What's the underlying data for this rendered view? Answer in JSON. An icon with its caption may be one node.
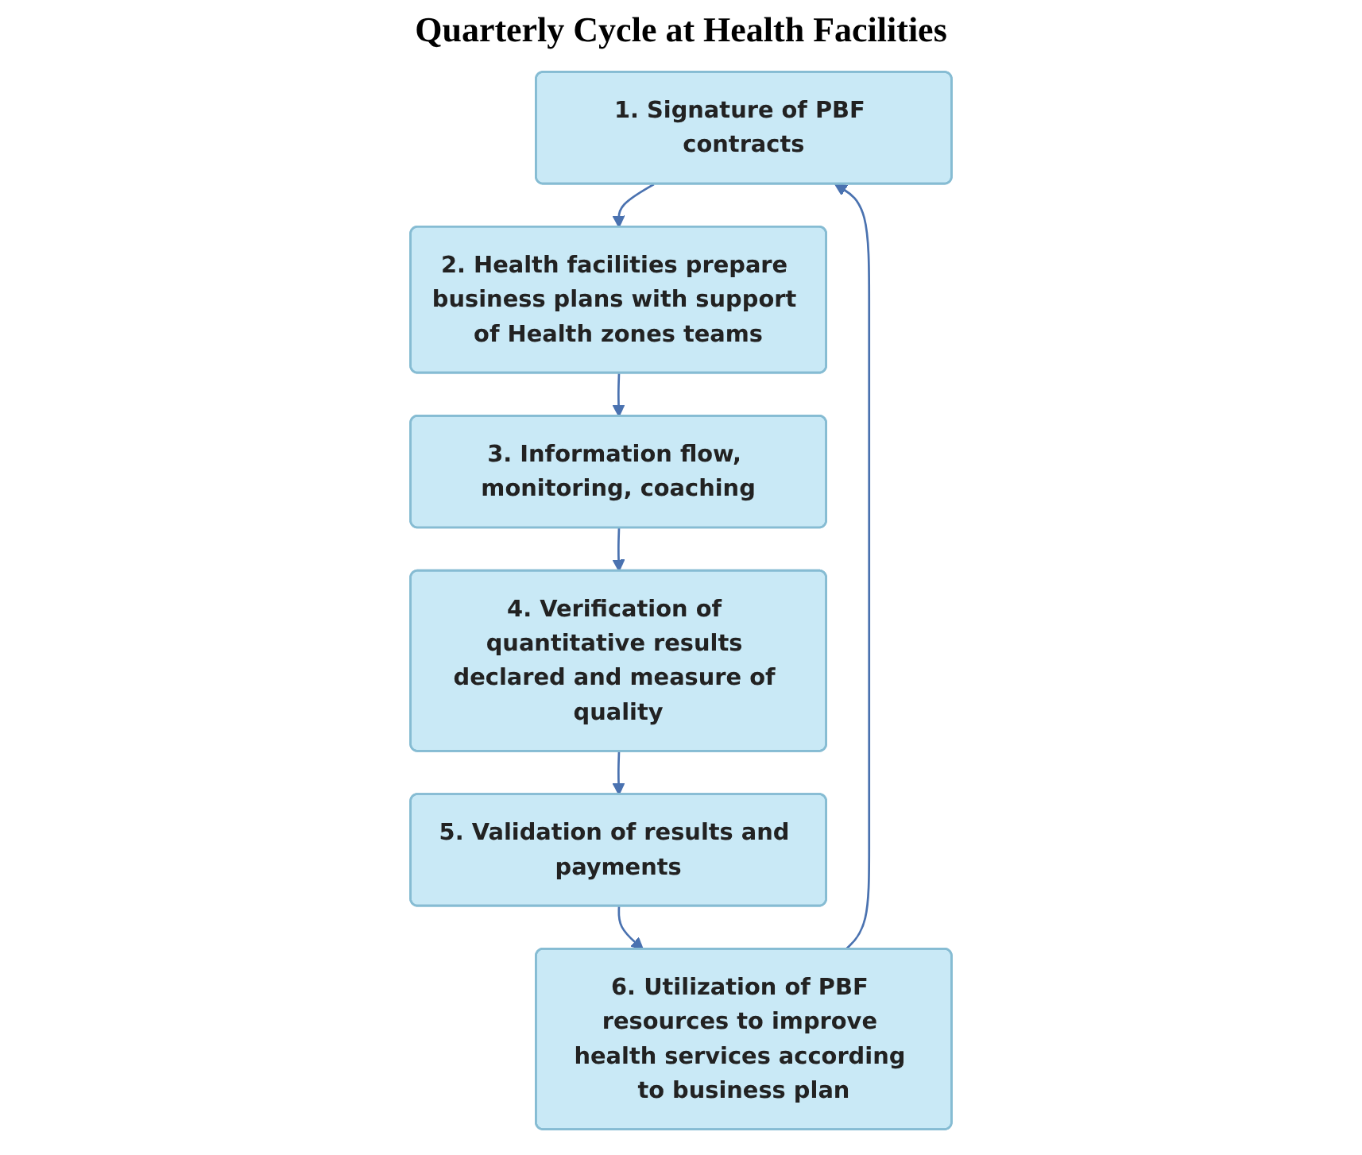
{
  "diagram": {
    "title": "Quarterly Cycle at Health Facilities",
    "nodes": [
      {
        "text": [
          "1. Signature of PBF contracts"
        ]
      },
      {
        "text": [
          "2. Health facilities prepare business plans with support of Health zones teams"
        ]
      },
      {
        "text": [
          "3. Information flow, monitoring, coaching"
        ]
      },
      {
        "text": [
          "4. Verification of quantitative results declared and measure of quality"
        ]
      },
      {
        "text": [
          "5. Validation of results and payments"
        ]
      },
      {
        "text": [
          "6. Utilization of PBF resources to improve health services according to business plan"
        ]
      }
    ],
    "edges": [
      {
        "from": 0,
        "to": 1,
        "arrow": "to"
      },
      {
        "from": 1,
        "to": 2,
        "arrow": "to"
      },
      {
        "from": 2,
        "to": 3,
        "arrow": "to"
      },
      {
        "from": 3,
        "to": 4,
        "arrow": "to"
      },
      {
        "from": 4,
        "to": 5,
        "arrow": "to"
      },
      {
        "from": 5,
        "to": 0,
        "arrow": "to"
      }
    ]
  }
}
